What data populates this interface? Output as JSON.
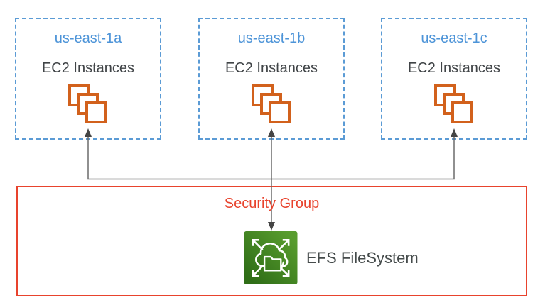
{
  "diagram": {
    "availability_zones": [
      {
        "name": "us-east-1a",
        "resource_label": "EC2 Instances"
      },
      {
        "name": "us-east-1b",
        "resource_label": "EC2 Instances"
      },
      {
        "name": "us-east-1c",
        "resource_label": "EC2 Instances"
      }
    ],
    "security_group": {
      "label": "Security Group",
      "efs_label": "EFS FileSystem"
    },
    "connections": [
      {
        "from": "EFS FileSystem",
        "to": "us-east-1a EC2 Instances",
        "style": "arrow-up"
      },
      {
        "from": "EFS FileSystem",
        "to": "us-east-1b EC2 Instances",
        "style": "double-headed-arrow"
      },
      {
        "from": "EFS FileSystem",
        "to": "us-east-1c EC2 Instances",
        "style": "arrow-up"
      }
    ],
    "icons": {
      "ec2": "ec2-instances-icon",
      "efs": "efs-filesystem-icon"
    },
    "colors": {
      "az_border_blue": "#5B9BD5",
      "az_title_blue": "#4D94D8",
      "ec2_icon_orange": "#D2611C",
      "security_group_red": "#E8432D",
      "efs_green_dark": "#2F6E17",
      "efs_green_light": "#589C2E",
      "connector_line": "#6B6B6B",
      "connector_arrowhead": "#454545",
      "text_dark": "#404447"
    }
  }
}
